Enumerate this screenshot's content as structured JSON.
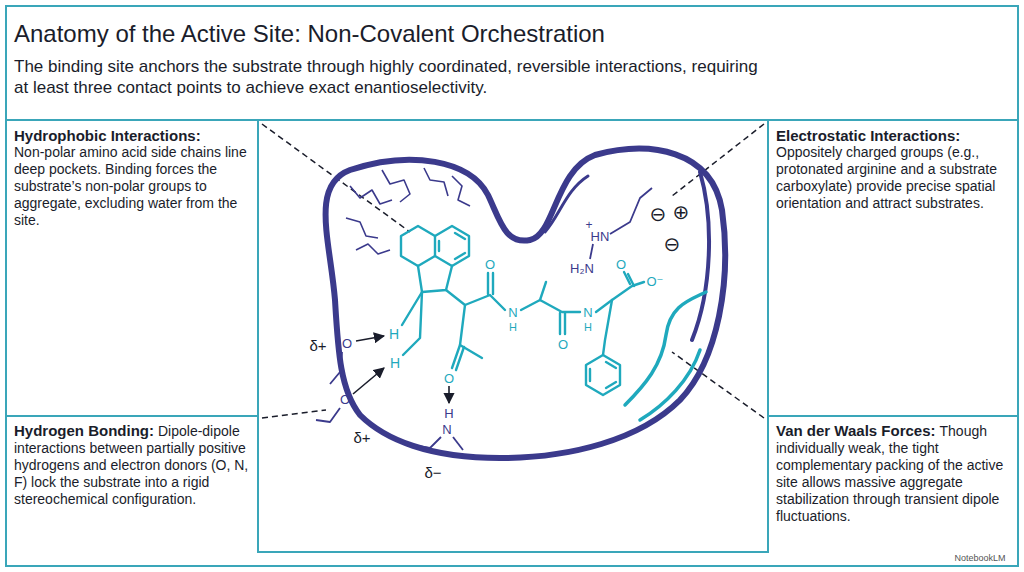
{
  "diagram": {
    "title": "Anatomy of the Active Site: Non-Covalent Orchestration",
    "caption": "The binding site anchors the substrate through highly coordinated, reversible interactions, requiring at least three contact points to achieve exact enantioselectivity.",
    "nodes": [
      {
        "text": [
          "Hydrophobic Interactions:",
          "Non-polar amino acid side chains line deep pockets. Binding forces the substrate’s non-polar groups to aggregate, excluding water from the site."
        ]
      },
      {
        "text": [
          "Electrostatic Interactions:",
          "Oppositely charged groups (e.g., protonated arginine and a substrate carboxylate) provide precise spatial orientation and attract substrates."
        ]
      },
      {
        "text": [
          "Hydrogen Bonding:",
          "Dipole-dipole interactions between partially positive hydrogens and electron donors (O, N, F) lock the substrate into a rigid stereochemical configuration."
        ]
      },
      {
        "text": [
          "Van der Waals Forces:",
          "Though individually weak, the tight complementary packing of the active site allows massive aggregate stabilization through transient dipole fluctuations."
        ]
      }
    ],
    "labels": [
      "δ+",
      "δ+",
      "δ−",
      "⊖",
      "⊕",
      "⊖",
      "+",
      "HN",
      "H₂N",
      "O",
      "H",
      "H",
      "O",
      "O",
      "H",
      "N",
      "O",
      "N",
      "H",
      "O",
      "N",
      "H",
      "O",
      "O⁻",
      "NotebookLM"
    ]
  }
}
